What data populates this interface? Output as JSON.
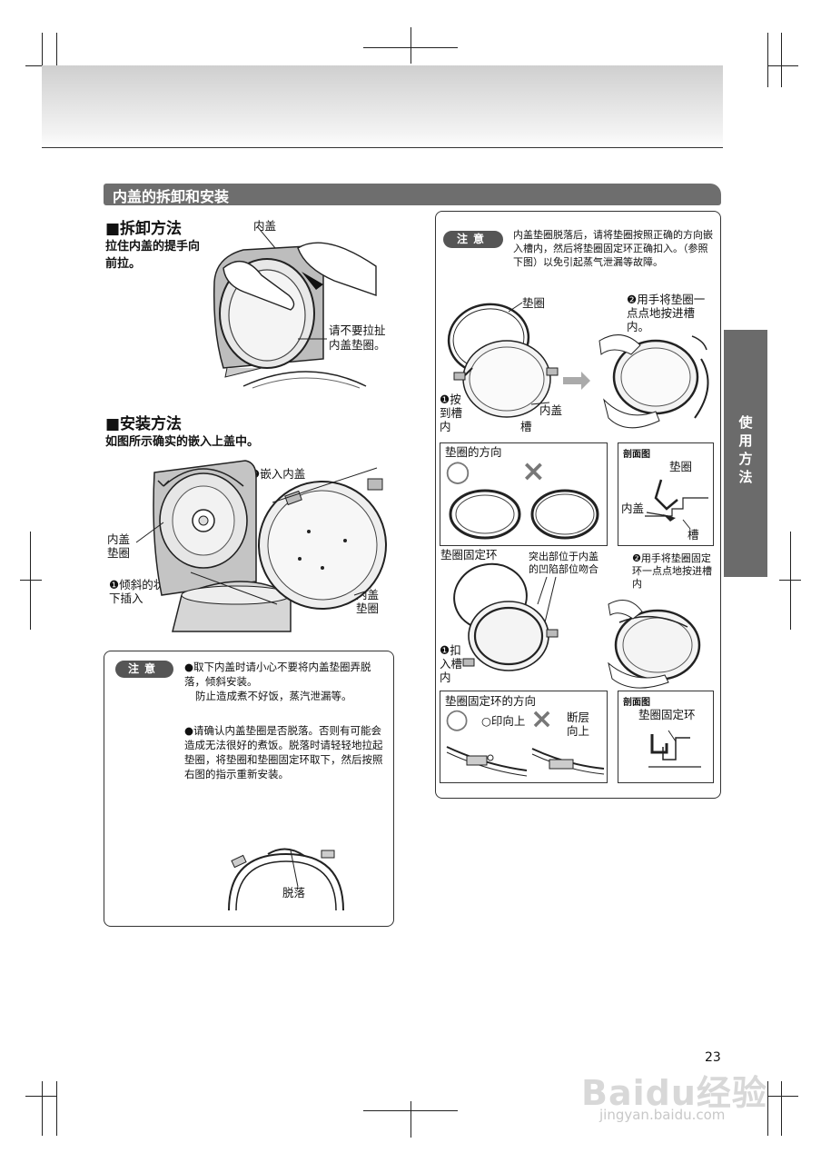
{
  "header": {
    "section_title": "内盖的拆卸和安装"
  },
  "removal": {
    "heading": "■拆卸方法",
    "instruction": "拉住内盖的提手向前拉。",
    "label_inner_lid": "内盖",
    "label_warning": "请不要拉扯内盖垫圈。"
  },
  "install": {
    "heading": "■安装方法",
    "instruction": "如图所示确实的嵌入上盖中。",
    "step2": "❷嵌入内盖",
    "label_lid_gasket_left": "内盖垫圈",
    "step1": "❶倾斜的状态下插入",
    "label_lid_gasket_right": "内盖垫圈"
  },
  "caution_left": {
    "badge": "注意",
    "item1_line1": "●取下内盖时请小心不要将内盖垫圈弄脱落，倾斜安装。",
    "item1_line2": "防止造成煮不好饭，蒸汽泄漏等。",
    "item2": "●请确认内盖垫圈是否脱落。否则有可能会造成无法很好的煮饭。脱落时请轻轻地拉起垫圈，将垫圈和垫圈固定环取下，然后按照右图的指示重新安装。",
    "label_detached": "脱落"
  },
  "caution_right": {
    "badge": "注意",
    "text": "内盖垫圈脱落后，请将垫圈按照正确的方向嵌入槽内，然后将垫圈固定环正确扣入。（参照下图）以免引起蒸气泄漏等故障。",
    "label_gasket": "垫圈",
    "label_step1": "❶按到槽内",
    "label_inner_lid": "内盖",
    "label_groove": "槽",
    "label_step2": "❷用手将垫圈一点点地按进槽内。"
  },
  "gasket_direction": {
    "title": "垫圈的方向",
    "ok_symbol": "○",
    "ng_symbol": "×"
  },
  "section_view_1": {
    "title": "剖面图",
    "label_gasket": "垫圈",
    "label_inner_lid": "内盖",
    "label_groove": "槽"
  },
  "fix_ring": {
    "label_ring": "垫圈固定环",
    "label_protrusion": "突出部位于内盖的凹陷部位吻合",
    "label_step1": "❶扣入槽内",
    "label_step2": "❷用手将垫圈固定环一点点地按进槽内"
  },
  "ring_direction": {
    "title": "垫圈固定环的方向",
    "label_mark_up": "○印向上",
    "label_step_up": "断层向上"
  },
  "section_view_2": {
    "title": "剖面图",
    "label_ring": "垫圈固定环"
  },
  "side_tab": {
    "text": "使用方法"
  },
  "page_number": "23",
  "watermark": {
    "brand": "Baidu经验",
    "url": "jingyan.baidu.com"
  }
}
